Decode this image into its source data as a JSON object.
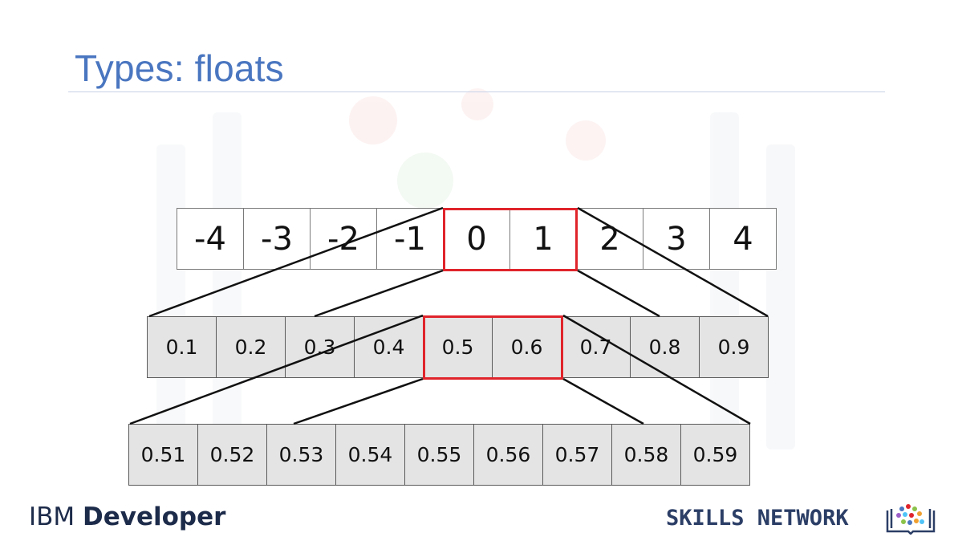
{
  "slide": {
    "title": "Types: floats",
    "integer_row": [
      "-4",
      "-3",
      "-2",
      "-1",
      "0",
      "1",
      "2",
      "3",
      "4"
    ],
    "tenths_row": [
      "0.1",
      "0.2",
      "0.3",
      "0.4",
      "0.5",
      "0.6",
      "0.7",
      "0.8",
      "0.9"
    ],
    "hundredths_row": [
      "0.51",
      "0.52",
      "0.53",
      "0.54",
      "0.55",
      "0.56",
      "0.57",
      "0.58",
      "0.59"
    ],
    "highlight_color": "#e0242b",
    "title_color": "#4a76c0"
  },
  "footer": {
    "brand_prefix": "IBM",
    "brand_name": "Developer",
    "network": "SKILLS NETWORK",
    "logo_icon": "skills-network-book-icon"
  }
}
